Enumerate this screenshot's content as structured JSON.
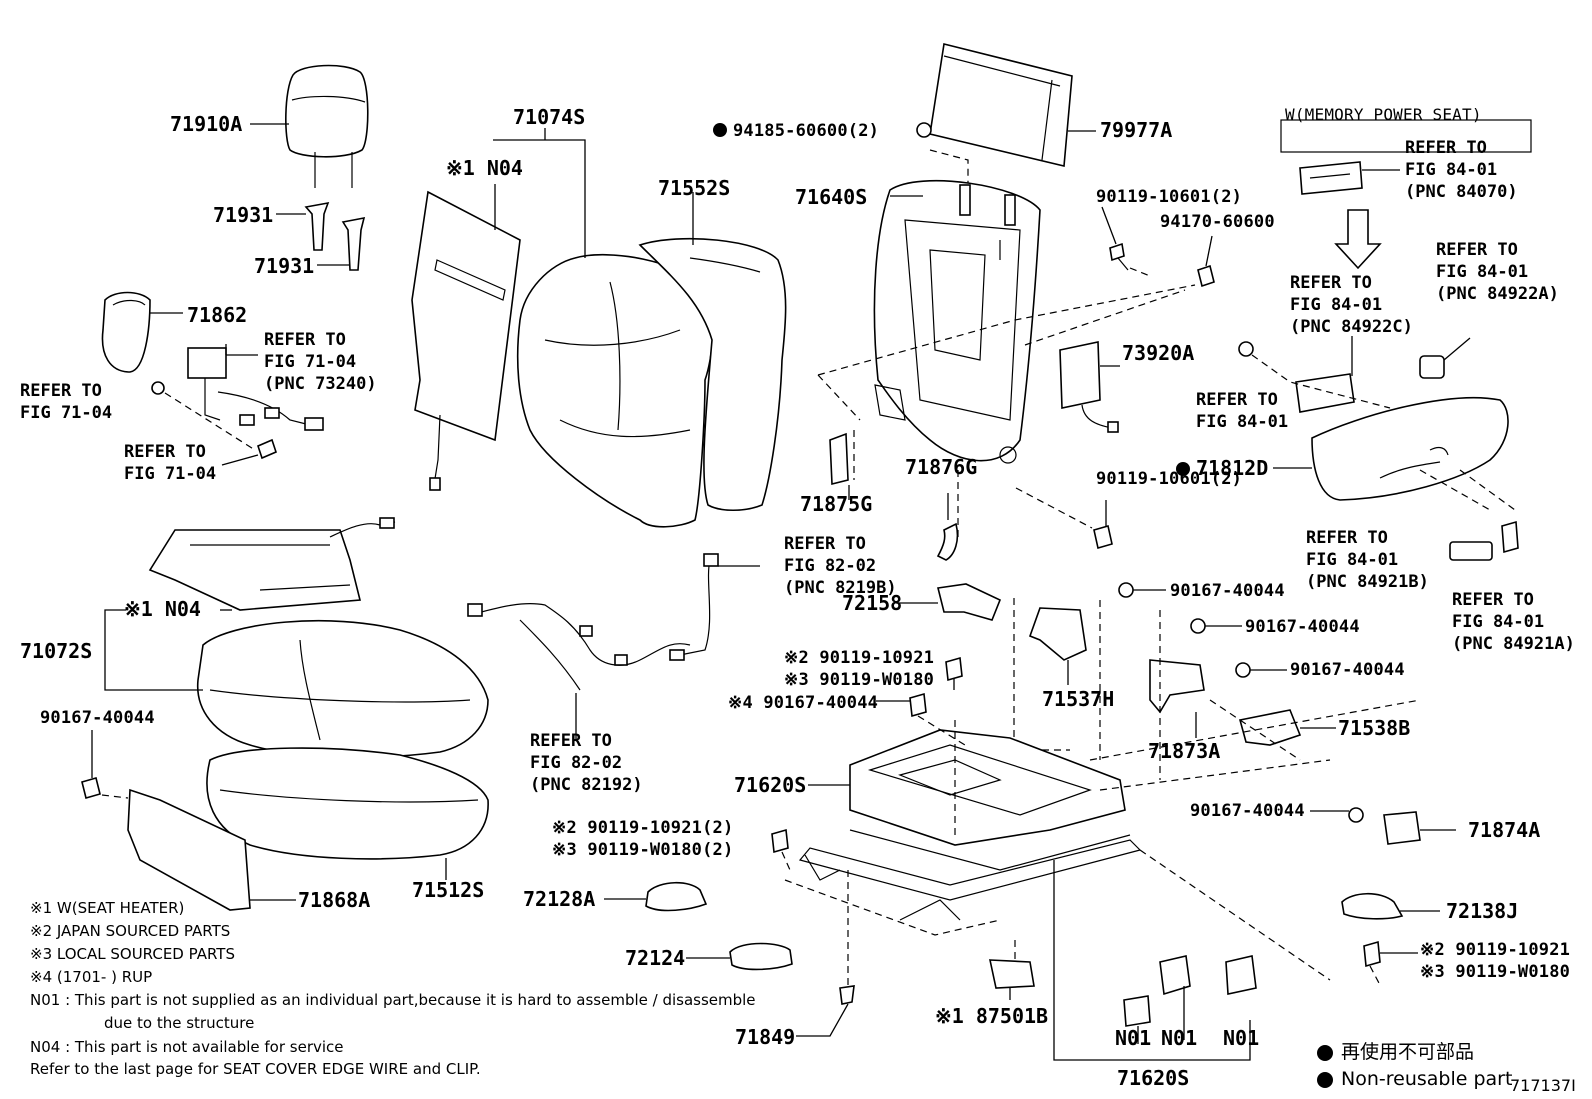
{
  "diagram_id": "717137I",
  "labels": {
    "headrest": "71910A",
    "headrest_support_1": "71931",
    "headrest_support_2": "71931",
    "seatback_pad_n04": "※1 N04",
    "seatback_pad": "71074S",
    "seatback_cover": "71552S",
    "back_board_bolt": "94185-60600(2)",
    "back_board": "79977A",
    "seatback_frame": "71640S",
    "bolt_90119_10601_top": "90119-10601(2)",
    "nut_94170": "94170-60600",
    "shield_71862": "71862",
    "lumbar_73920A": "73920A",
    "cover_71875G": "71875G",
    "cover_71876G": "71876G",
    "bolt_90119_10601_bottom": "90119-10601(2)",
    "shield_71812D": "71812D",
    "cushion_n04": "※1 N04",
    "cushion_71072S": "71072S",
    "bolt_90167_left": "90167-40044",
    "cushion_pad_71512S": "71512S",
    "shield_71868A": "71868A",
    "bracket_72158": "72158",
    "bolt_90167_r1": "90167-40044",
    "bolt_90167_r2": "90167-40044",
    "bolt_90167_r3": "90167-40044",
    "bolt_90167_r4": "90167-40044",
    "bracket_71537H": "71537H",
    "bracket_71873A": "71873A",
    "bracket_71538B": "71538B",
    "bracket_71874A": "71874A",
    "bolt_x2_90119_10921": "※2 90119-10921",
    "bolt_x3_90119_W0180": "※3 90119-W0180",
    "bolt_x4_90167": "※4 90167-40044",
    "adjuster_71620S": "71620S",
    "bolt_x2_90119_10921_2": "※2 90119-10921(2)",
    "bolt_x3_90119_W0180_2": "※3 90119-W0180(2)",
    "cover_72128A": "72128A",
    "cover_72124": "72124",
    "cover_72138J": "72138J",
    "bolt_right_x2": "※2 90119-10921",
    "bolt_right_x3": "※3 90119-W0180",
    "clip_71849": "71849",
    "sensor_87501B": "※1 87501B",
    "n01_a": "N01",
    "n01_b": "N01",
    "n01_c": "N01",
    "adjuster_bottom": "71620S"
  },
  "refs": {
    "ref_73240": [
      "REFER TO",
      "FIG 71-04",
      "(PNC 73240)"
    ],
    "ref_7104_a": [
      "REFER TO",
      "FIG 71-04"
    ],
    "ref_7104_b": [
      "REFER TO",
      "FIG 71-04"
    ],
    "ref_8219B": [
      "REFER TO",
      "FIG 82-02",
      "(PNC 8219B)"
    ],
    "ref_82192": [
      "REFER TO",
      "FIG 82-02",
      "(PNC 82192)"
    ],
    "ref_84070": [
      "REFER TO",
      "FIG 84-01",
      "(PNC 84070)"
    ],
    "ref_84922A": [
      "REFER TO",
      "FIG 84-01",
      "(PNC 84922A)"
    ],
    "ref_84922C": [
      "REFER TO",
      "FIG 84-01",
      "(PNC 84922C)"
    ],
    "ref_8401_plain": [
      "REFER TO",
      "FIG 84-01"
    ],
    "ref_84921B": [
      "REFER TO",
      "FIG 84-01",
      "(PNC 84921B)"
    ],
    "ref_84921A": [
      "REFER TO",
      "FIG 84-01",
      "(PNC 84921A)"
    ]
  },
  "memory_box_title": "W(MEMORY POWER SEAT)",
  "notes": [
    "※1 W(SEAT HEATER)",
    "※2 JAPAN SOURCED PARTS",
    "※3 LOCAL SOURCED PARTS",
    "※4 (1701-      ) RUP",
    "N01 : This part is not supplied as an individual part,because it is hard to assemble / disassemble",
    "due to the structure",
    "N04 : This part is not available for service",
    "Refer to the last page for SEAT COVER EDGE WIRE and CLIP."
  ],
  "legend": {
    "japanese": "再使用不可部品",
    "english": "Non-reusable part"
  }
}
